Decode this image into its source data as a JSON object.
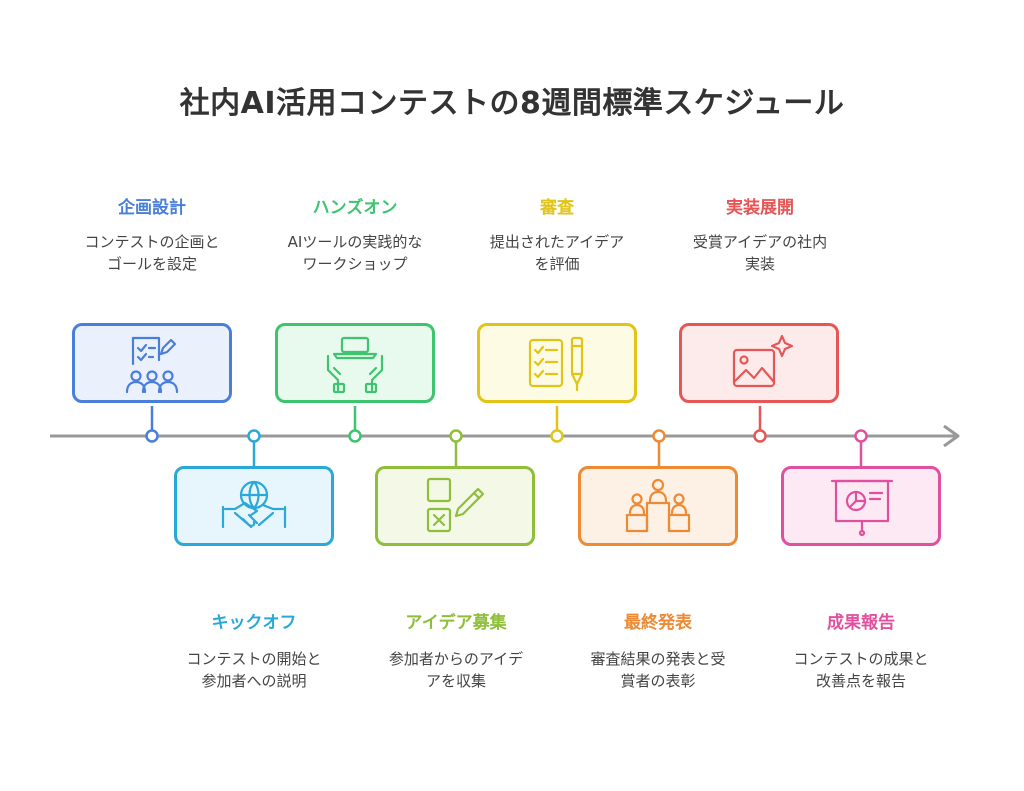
{
  "title": "社内AI活用コンテストの8週間標準スケジュール",
  "steps": [
    {
      "title": "企画設計",
      "desc_line1": "コンテストの企画と",
      "desc_line2": "ゴールを設定",
      "color": "#4a7fd9",
      "fill": "#eaf1fd",
      "icon": "checklist-team-icon"
    },
    {
      "title": "キックオフ",
      "desc_line1": "コンテストの開始と",
      "desc_line2": "参加者への説明",
      "color": "#2aa8d8",
      "fill": "#e6f6fc",
      "icon": "handshake-globe-icon"
    },
    {
      "title": "ハンズオン",
      "desc_line1": "AIツールの実践的な",
      "desc_line2": "ワークショップ",
      "color": "#3cc46e",
      "fill": "#e8f9ee",
      "icon": "hands-laptop-icon"
    },
    {
      "title": "アイデア募集",
      "desc_line1": "参加者からのアイデ",
      "desc_line2": "アを収集",
      "color": "#8fbe3a",
      "fill": "#f3f9e6",
      "icon": "checkbox-pencil-icon"
    },
    {
      "title": "審査",
      "desc_line1": "提出されたアイデア",
      "desc_line2": "を評価",
      "color": "#e2c418",
      "fill": "#fdfbe3",
      "icon": "clipboard-pen-icon"
    },
    {
      "title": "最終発表",
      "desc_line1": "審査結果の発表と受",
      "desc_line2": "賞者の表彰",
      "color": "#ee8a33",
      "fill": "#fdf1e6",
      "icon": "podium-winners-icon"
    },
    {
      "title": "実装展開",
      "desc_line1": "受賞アイデアの社内",
      "desc_line2": "実装",
      "color": "#e55656",
      "fill": "#fdeaea",
      "icon": "image-sparkle-icon"
    },
    {
      "title": "成果報告",
      "desc_line1": "コンテストの成果と",
      "desc_line2": "改善点を報告",
      "color": "#e0509e",
      "fill": "#fde9f3",
      "icon": "presentation-chart-icon"
    }
  ]
}
